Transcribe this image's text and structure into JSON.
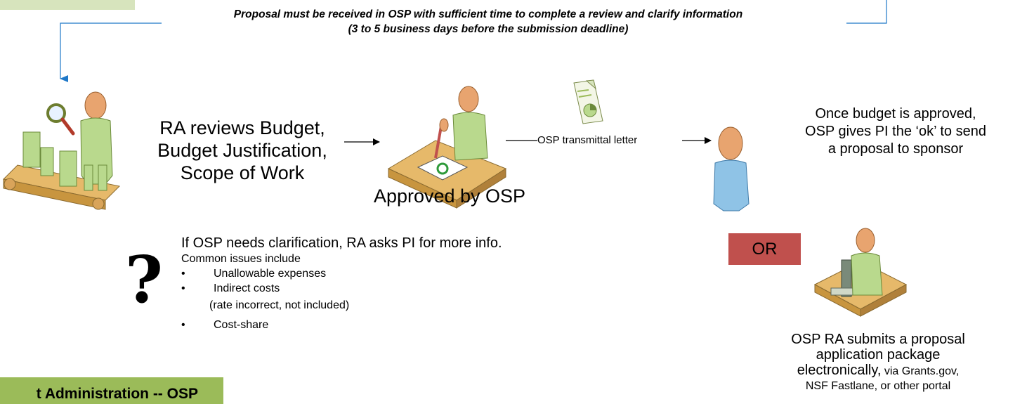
{
  "header": {
    "note_line1": "Proposal must be received in OSP with sufficient time to complete a review and clarify information",
    "note_line2": "(3 to 5 business days before the submission deadline)"
  },
  "review": {
    "line1": "RA reviews Budget,",
    "line2": "Budget Justification,",
    "line3": "Scope of Work"
  },
  "approved_label": "Approved by OSP",
  "transmittal_label": "OSP transmittal letter",
  "ok_text": {
    "line1": "Once budget is approved,",
    "line2": "OSP gives PI the ‘ok’ to send",
    "line3": "a proposal to sponsor"
  },
  "or_label": "OR",
  "clarification": {
    "heading": "If OSP needs clarification, RA asks PI for more info.",
    "sub": "Common issues include",
    "items": [
      "Unallowable expenses",
      "Indirect costs",
      "Cost-share"
    ],
    "item2_note": "(rate incorrect, not included)",
    "bullet": "•",
    "question_mark": "?"
  },
  "submit_text": {
    "line1": "OSP RA submits a proposal",
    "line2": "application package",
    "line3_a": "electronically,",
    "line3_b": " via Grants.gov,",
    "line4": "NSF Fastlane, or other portal"
  },
  "bottom_banner": "t Administration -- OSP",
  "colors": {
    "banner_light": "#d7e4bd",
    "banner_dark": "#9bbb59",
    "or_box": "#c0504d",
    "connector": "#1f78c8",
    "skin": "#e8a46f",
    "shirt": "#b9d98d",
    "desk": "#e6b96a",
    "person_blue": "#8fc3e6"
  },
  "icons": [
    "magnifier-icon",
    "person-review-icon",
    "person-desk-icon",
    "document-icon",
    "person-icon",
    "person-computer-icon"
  ]
}
